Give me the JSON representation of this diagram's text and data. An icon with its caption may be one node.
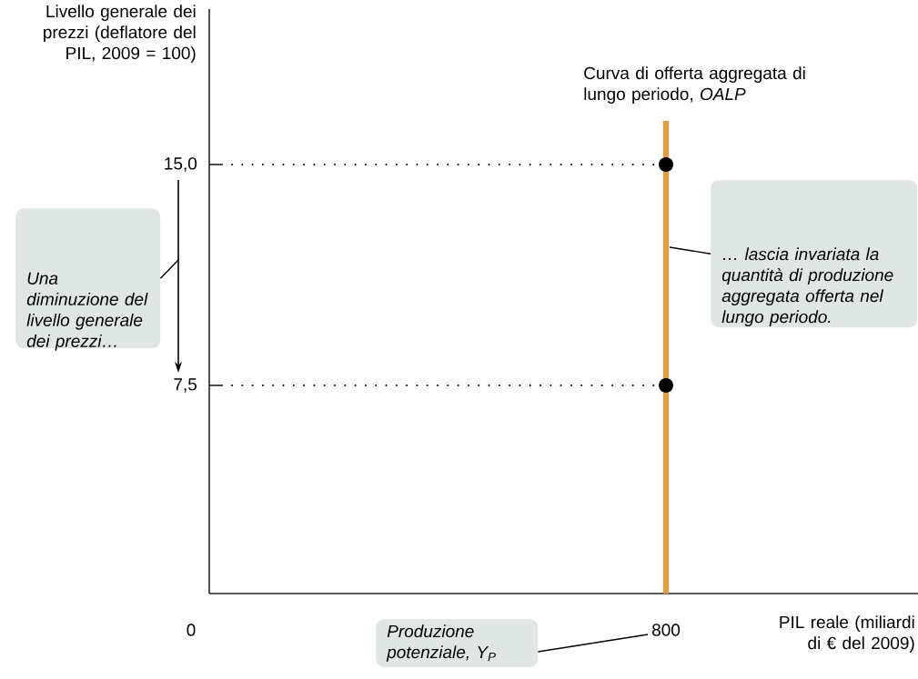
{
  "diagram": {
    "nodes": [
      {
        "text": [
          "Una diminuzione del livello generale dei prezzi…"
        ]
      },
      {
        "text": [
          "… lascia invariata la quantità di produzione aggregata offerta nel lungo periodo."
        ]
      },
      {
        "text": [
          "Produzione potenziale, Y$_{P}$"
        ]
      },
      {
        "text": [
          "800"
        ]
      }
    ],
    "edges": [
      {
        "from": 0,
        "to": null,
        "arrow": "none"
      },
      {
        "from": 1,
        "to": null,
        "arrow": "none"
      },
      {
        "from": 2,
        "to": 3,
        "arrow": "none"
      }
    ],
    "labels": [
      "Livello generale dei prezzi (deflatore del PIL, 2009 = 100)",
      "Curva di offerta aggregata di lungo periodo, *OALP*",
      "15,0",
      "7,5",
      "0",
      "PIL reale (miliardi di € del 2009)"
    ]
  }
}
